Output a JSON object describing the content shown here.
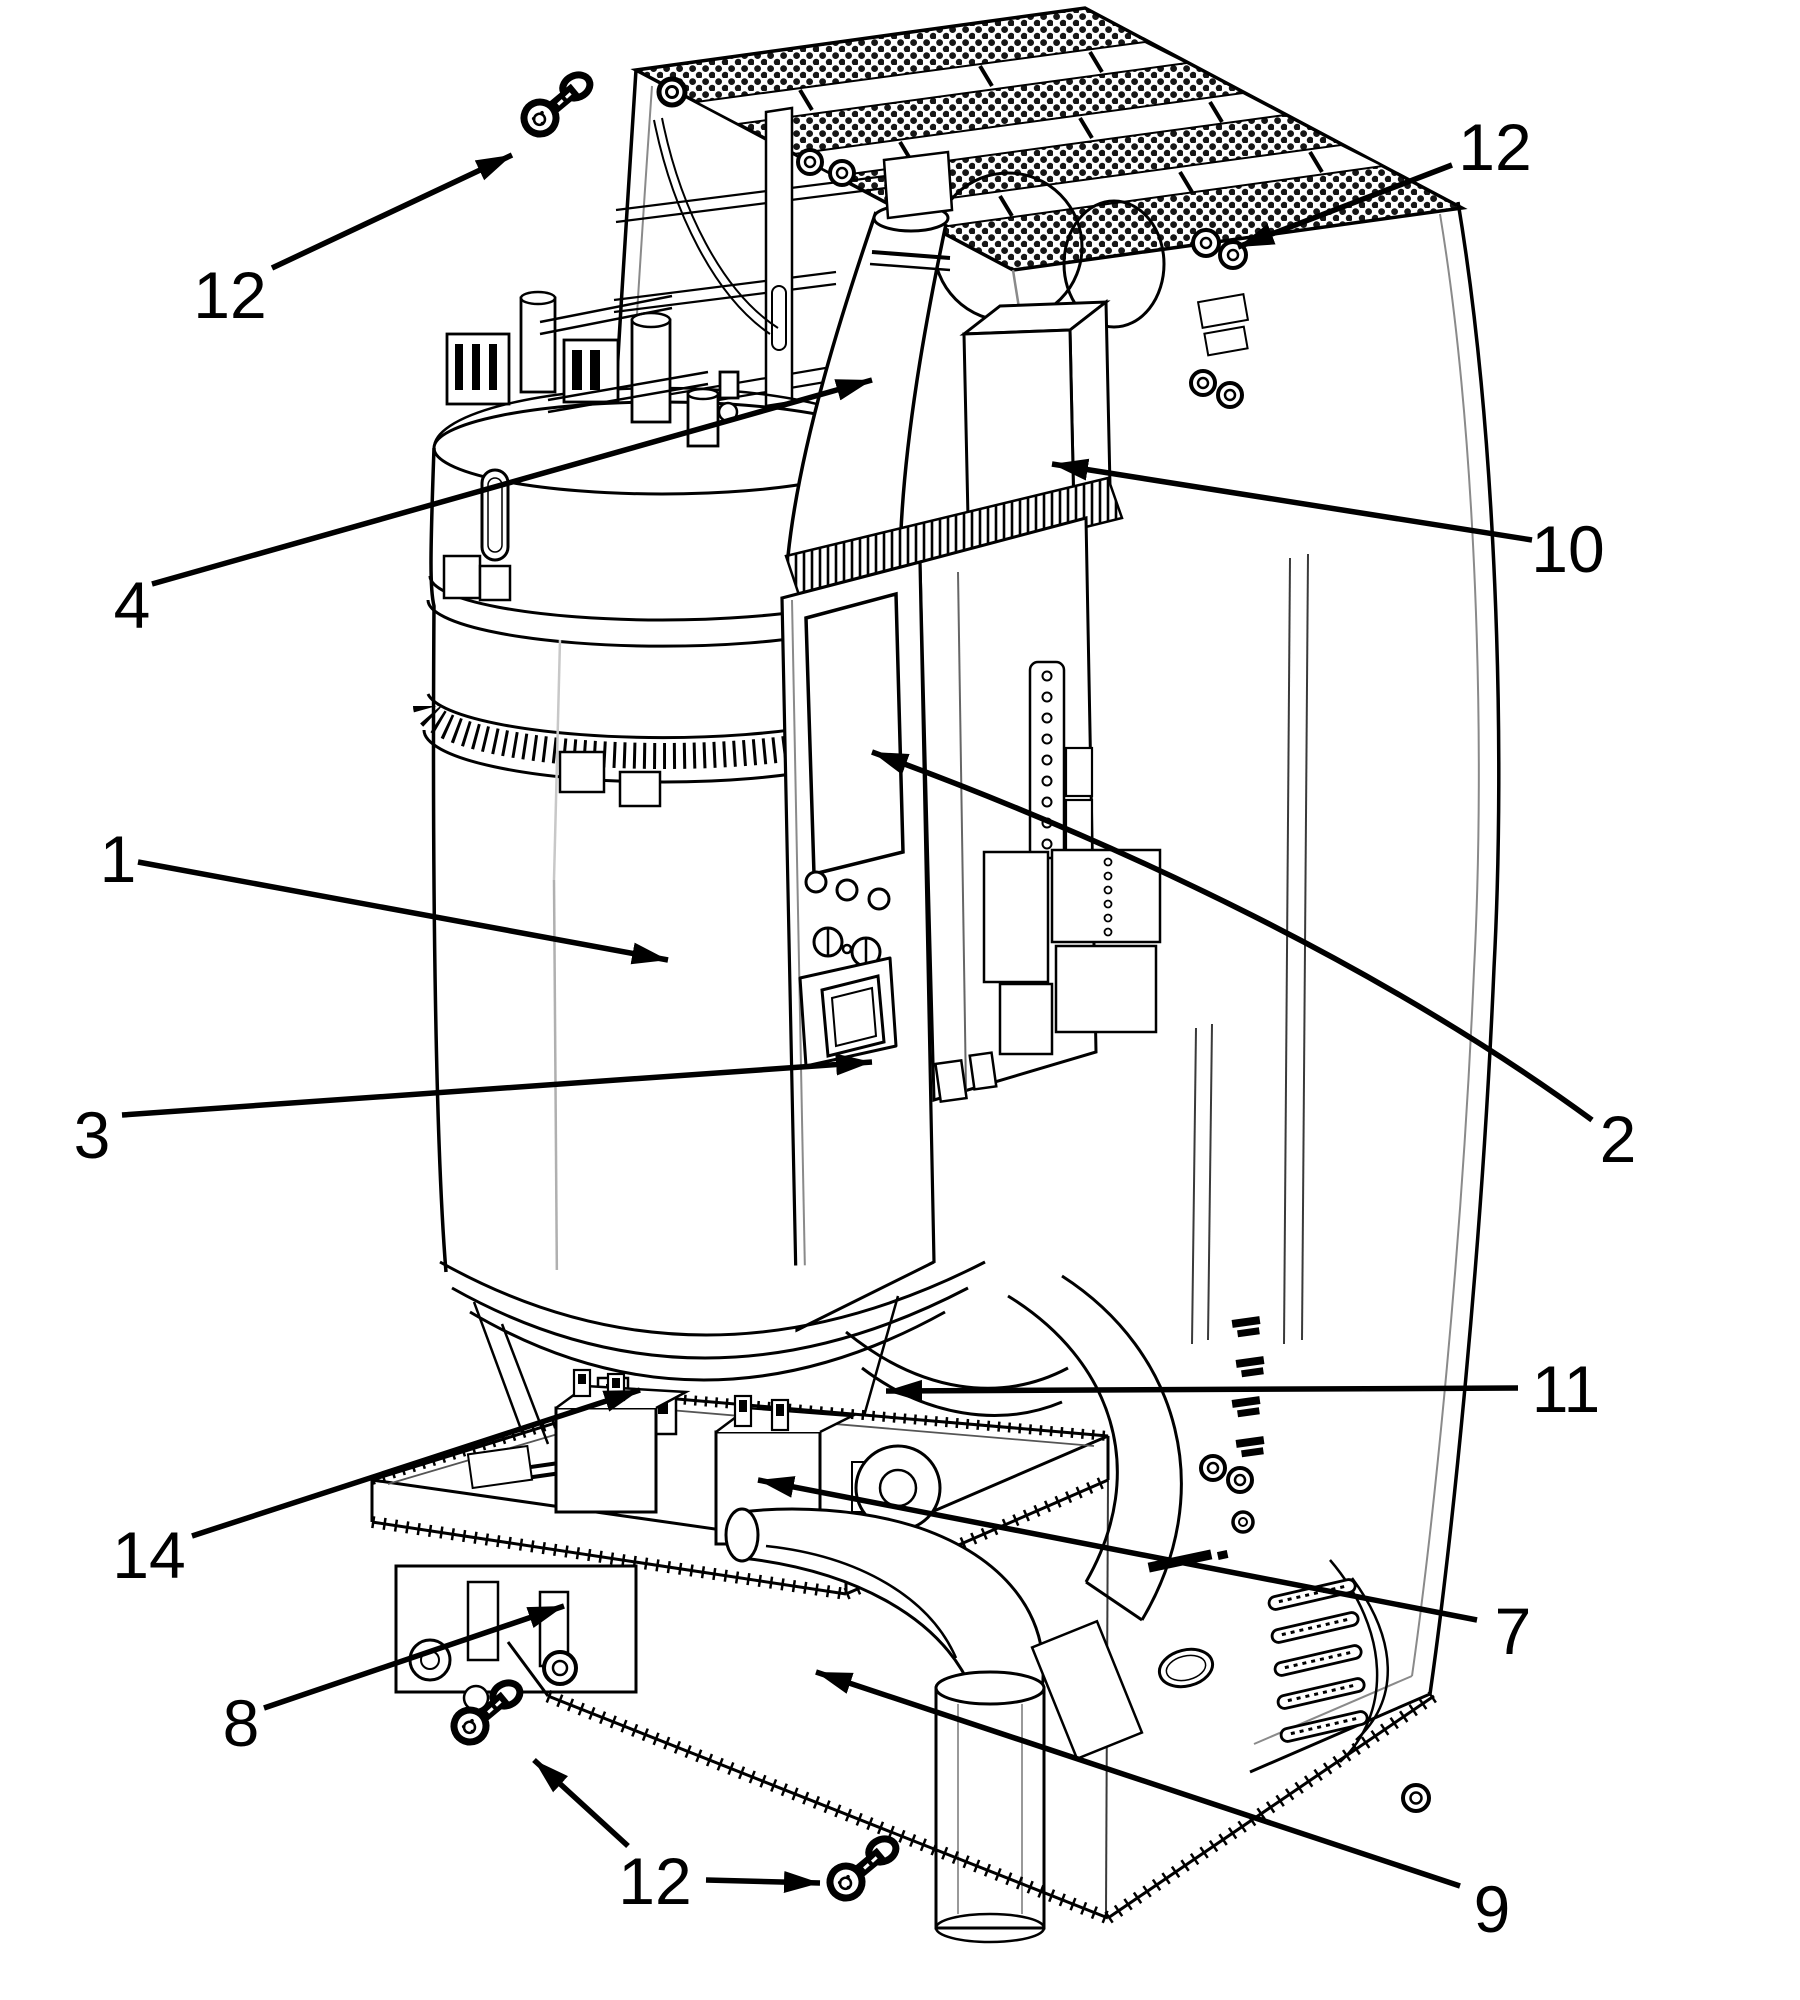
{
  "figure": {
    "type": "technical-parts-diagram",
    "subject": "appliance interior exploded view with numbered part callouts",
    "background_color": "#ffffff",
    "line_color": "#000000"
  },
  "diagram": {
    "callouts": [
      {
        "id": "12-top-left",
        "label": "12"
      },
      {
        "id": "12-top-right",
        "label": "12"
      },
      {
        "id": "4",
        "label": "4"
      },
      {
        "id": "10",
        "label": "10"
      },
      {
        "id": "1",
        "label": "1"
      },
      {
        "id": "2",
        "label": "2"
      },
      {
        "id": "3",
        "label": "3"
      },
      {
        "id": "11",
        "label": "11"
      },
      {
        "id": "14",
        "label": "14"
      },
      {
        "id": "7",
        "label": "7"
      },
      {
        "id": "8",
        "label": "8"
      },
      {
        "id": "12-bottom",
        "label": "12"
      },
      {
        "id": "9",
        "label": "9"
      }
    ],
    "icons": [
      {
        "name": "screw-icon",
        "count": 3
      }
    ]
  }
}
